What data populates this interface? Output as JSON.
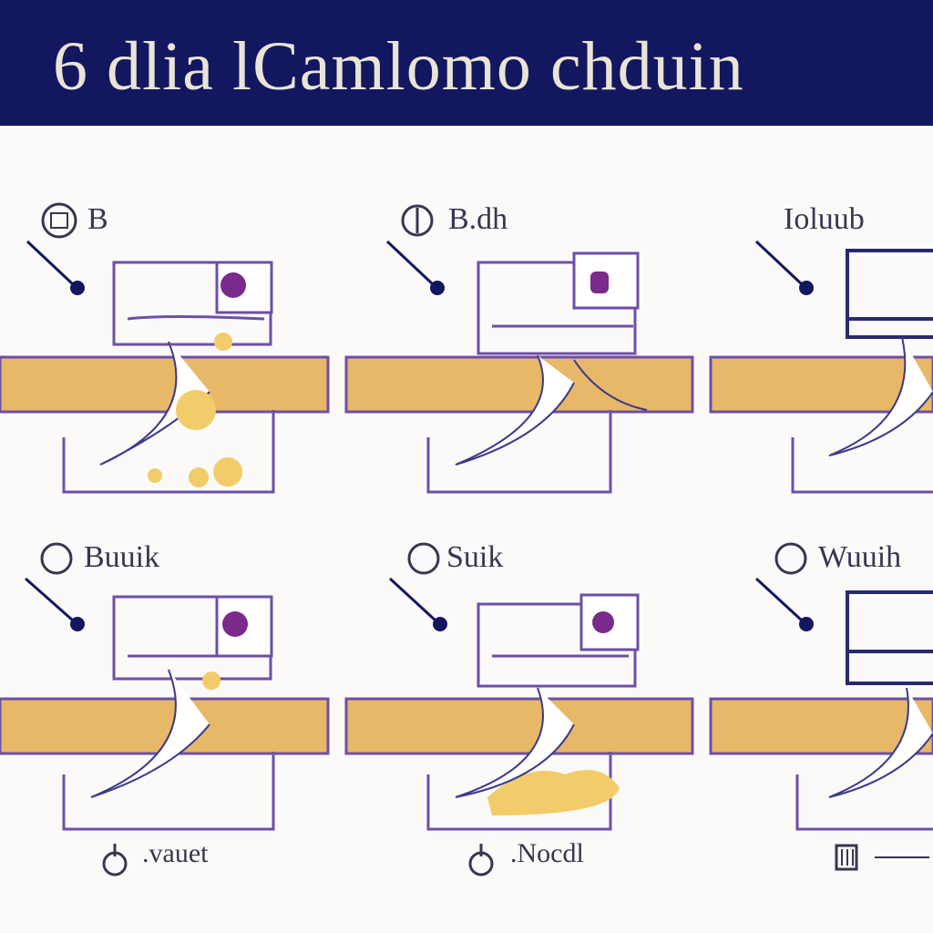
{
  "header": {
    "title": "6  dlia  lCamlomo  chduin",
    "background": "#13175f"
  },
  "colors": {
    "frame": "#6d4fa8",
    "frame_dark": "#272a6e",
    "board": "#e6b868",
    "blob": "#f2cc6a",
    "accent_dot": "#7a2a8a",
    "line": "#3c3a8a"
  },
  "panels": [
    {
      "label": "B",
      "icon": "face-icon"
    },
    {
      "label": "B.dh",
      "icon": "ring-icon"
    },
    {
      "label": "Ioluub",
      "icon": ""
    },
    {
      "label": "Buuik",
      "icon": "ring-icon"
    },
    {
      "label": "Suik",
      "icon": "ring-icon"
    },
    {
      "label": "Wuuih",
      "icon": "face-icon"
    }
  ],
  "footer": [
    {
      "label": ".vauet",
      "icon": "drop-icon"
    },
    {
      "label": ".Nocdl",
      "icon": "drop-icon"
    },
    {
      "label": "",
      "icon": "cup-icon"
    }
  ]
}
